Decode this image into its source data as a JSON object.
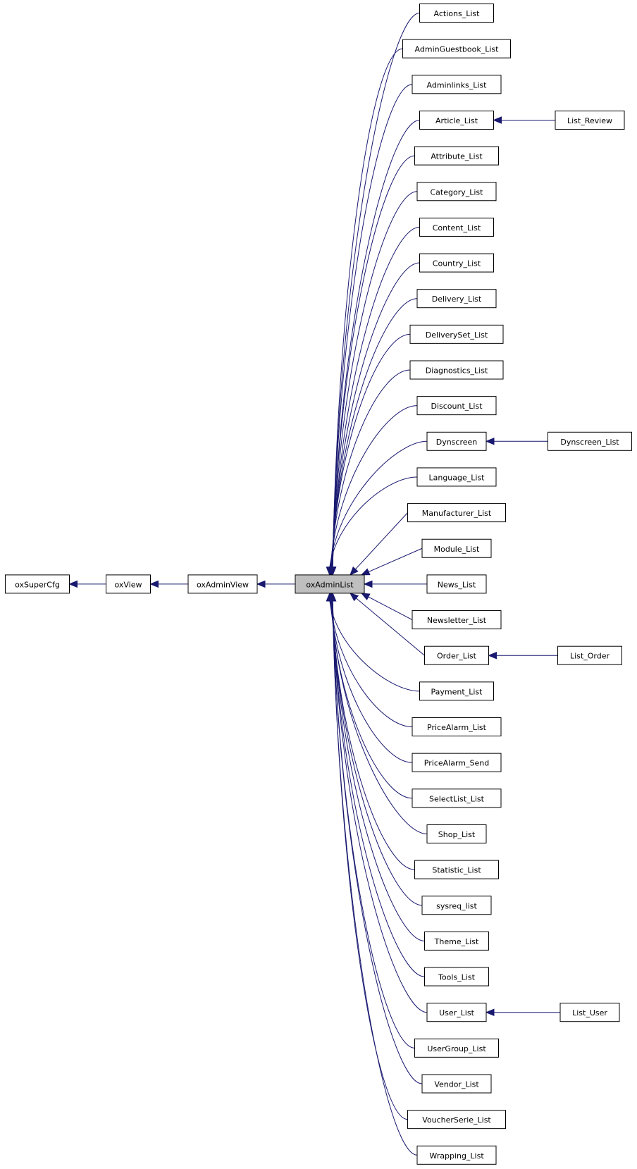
{
  "diagram": {
    "type": "inheritance-graph",
    "colors": {
      "edge": "#191970",
      "current_node_fill": "#bfbfbf",
      "node_fill": "#ffffff",
      "node_border": "#000000"
    },
    "chain": [
      "oxSuperCfg",
      "oxView",
      "oxAdminView",
      "oxAdminList"
    ],
    "current": "oxAdminList",
    "children": [
      {
        "name": "Actions_List"
      },
      {
        "name": "AdminGuestbook_List"
      },
      {
        "name": "Adminlinks_List"
      },
      {
        "name": "Article_List",
        "child": "List_Review"
      },
      {
        "name": "Attribute_List"
      },
      {
        "name": "Category_List"
      },
      {
        "name": "Content_List"
      },
      {
        "name": "Country_List"
      },
      {
        "name": "Delivery_List"
      },
      {
        "name": "DeliverySet_List"
      },
      {
        "name": "Diagnostics_List"
      },
      {
        "name": "Discount_List"
      },
      {
        "name": "Dynscreen",
        "child": "Dynscreen_List"
      },
      {
        "name": "Language_List"
      },
      {
        "name": "Manufacturer_List"
      },
      {
        "name": "Module_List"
      },
      {
        "name": "News_List"
      },
      {
        "name": "Newsletter_List"
      },
      {
        "name": "Order_List",
        "child": "List_Order"
      },
      {
        "name": "Payment_List"
      },
      {
        "name": "PriceAlarm_List"
      },
      {
        "name": "PriceAlarm_Send"
      },
      {
        "name": "SelectList_List"
      },
      {
        "name": "Shop_List"
      },
      {
        "name": "Statistic_List"
      },
      {
        "name": "sysreq_list"
      },
      {
        "name": "Theme_List"
      },
      {
        "name": "Tools_List"
      },
      {
        "name": "User_List",
        "child": "List_User"
      },
      {
        "name": "UserGroup_List"
      },
      {
        "name": "Vendor_List"
      },
      {
        "name": "VoucherSerie_List"
      },
      {
        "name": "Wrapping_List"
      }
    ]
  }
}
